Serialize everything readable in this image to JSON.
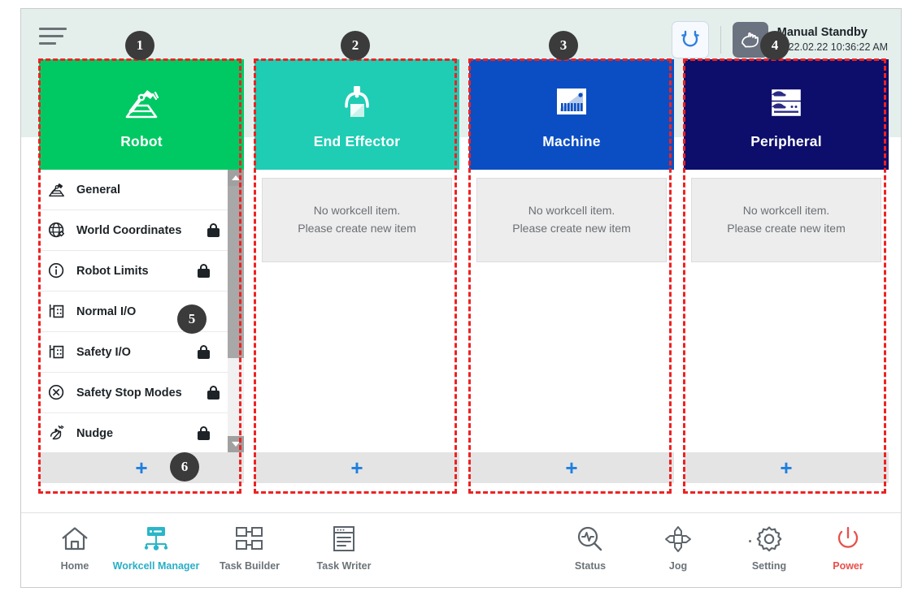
{
  "header": {
    "menu_icon": "hamburger-menu-icon",
    "refresh_icon": "refresh-arc-icon",
    "mode_icon": "manual-hand-icon",
    "mode_title": "Manual Standby",
    "mode_time": "2022.02.22 10:36:22 AM"
  },
  "cards": [
    {
      "id": "robot",
      "title": "Robot",
      "icon": "robot-arm-icon",
      "color": "#00c963",
      "add_label": "+",
      "items": [
        {
          "label": "General",
          "icon": "robot-arm-icon",
          "locked": false
        },
        {
          "label": "World Coordinates",
          "icon": "globe-coordinates-icon",
          "locked": true
        },
        {
          "label": "Robot Limits",
          "icon": "limits-circle-icon",
          "locked": true
        },
        {
          "label": "Normal I/O",
          "icon": "io-port-icon",
          "locked": false
        },
        {
          "label": "Safety I/O",
          "icon": "io-port-icon",
          "locked": true
        },
        {
          "label": "Safety Stop Modes",
          "icon": "stop-octagon-icon",
          "locked": true
        },
        {
          "label": "Nudge",
          "icon": "nudge-hand-icon",
          "locked": true
        }
      ]
    },
    {
      "id": "end-effector",
      "title": "End Effector",
      "icon": "gripper-icon",
      "color": "#1ecdb4",
      "add_label": "+",
      "empty": [
        "No workcell item.",
        "Please create new item"
      ]
    },
    {
      "id": "machine",
      "title": "Machine",
      "icon": "machine-panel-icon",
      "color": "#0b4ec3",
      "add_label": "+",
      "empty": [
        "No workcell item.",
        "Please create new item"
      ]
    },
    {
      "id": "peripheral",
      "title": "Peripheral",
      "icon": "peripheral-rack-icon",
      "color": "#0d0d6b",
      "add_label": "+",
      "empty": [
        "No workcell item.",
        "Please create new item"
      ]
    }
  ],
  "nav": [
    {
      "label": "Home",
      "icon": "home-icon",
      "active": false
    },
    {
      "label": "Workcell Manager",
      "icon": "workcell-node-icon",
      "active": true
    },
    {
      "label": "Task Builder",
      "icon": "task-builder-icon",
      "active": false
    },
    {
      "label": "Task Writer",
      "icon": "task-writer-icon",
      "active": false
    },
    {
      "label": "Status",
      "icon": "status-search-icon",
      "active": false
    },
    {
      "label": "Jog",
      "icon": "jog-dpad-icon",
      "active": false
    },
    {
      "label": "Setting",
      "icon": "gear-icon",
      "active": false
    },
    {
      "label": "Power",
      "icon": "power-icon",
      "active": false
    }
  ],
  "annotations": [
    {
      "num": "1"
    },
    {
      "num": "2"
    },
    {
      "num": "3"
    },
    {
      "num": "4"
    },
    {
      "num": "5"
    },
    {
      "num": "6"
    }
  ]
}
